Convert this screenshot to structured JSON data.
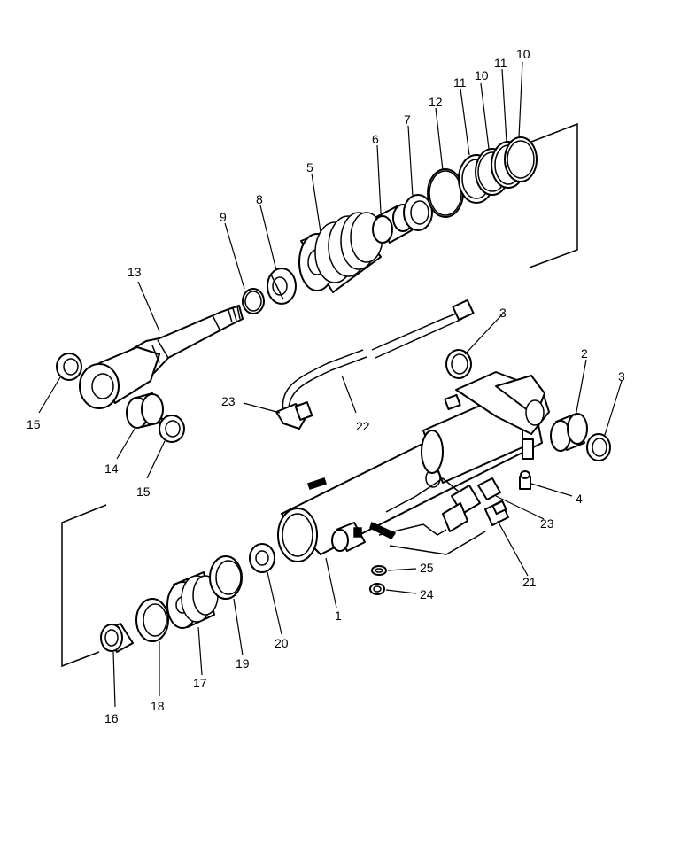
{
  "callouts": [
    {
      "id": "c1",
      "label": "1"
    },
    {
      "id": "c2",
      "label": "2"
    },
    {
      "id": "c3a",
      "label": "3"
    },
    {
      "id": "c3b",
      "label": "3"
    },
    {
      "id": "c4",
      "label": "4"
    },
    {
      "id": "c5",
      "label": "5"
    },
    {
      "id": "c6",
      "label": "6"
    },
    {
      "id": "c7",
      "label": "7"
    },
    {
      "id": "c8",
      "label": "8"
    },
    {
      "id": "c9",
      "label": "9"
    },
    {
      "id": "c10a",
      "label": "10"
    },
    {
      "id": "c10b",
      "label": "10"
    },
    {
      "id": "c11a",
      "label": "11"
    },
    {
      "id": "c11b",
      "label": "11"
    },
    {
      "id": "c12",
      "label": "12"
    },
    {
      "id": "c13",
      "label": "13"
    },
    {
      "id": "c14",
      "label": "14"
    },
    {
      "id": "c15a",
      "label": "15"
    },
    {
      "id": "c15b",
      "label": "15"
    },
    {
      "id": "c16",
      "label": "16"
    },
    {
      "id": "c17",
      "label": "17"
    },
    {
      "id": "c18",
      "label": "18"
    },
    {
      "id": "c19",
      "label": "19"
    },
    {
      "id": "c20",
      "label": "20"
    },
    {
      "id": "c21",
      "label": "21"
    },
    {
      "id": "c22",
      "label": "22"
    },
    {
      "id": "c23a",
      "label": "23"
    },
    {
      "id": "c23b",
      "label": "23"
    },
    {
      "id": "c24",
      "label": "24"
    },
    {
      "id": "c25",
      "label": "25"
    }
  ]
}
